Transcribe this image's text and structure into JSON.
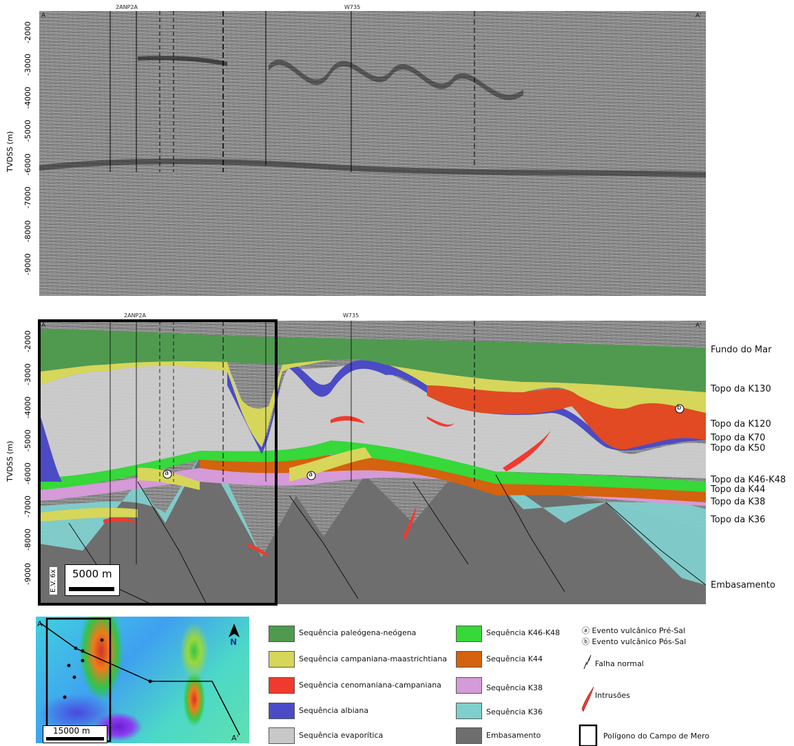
{
  "top_section": {
    "y_axis_label": "TVDSS (m)",
    "y_ticks": [
      "-2000",
      "-3000",
      "-4000",
      "-5000",
      "-6000",
      "-7000",
      "-8000",
      "-9000"
    ],
    "corner_left": "A",
    "corner_right": "A'",
    "wells": [
      "2ANP2A",
      "W735"
    ]
  },
  "bottom_section": {
    "y_axis_label": "TVDSS (m)",
    "y_ticks": [
      "-2000",
      "-3000",
      "-4000",
      "-5000",
      "-6000",
      "-7000",
      "-8000",
      "-9000"
    ],
    "corner_left": "A",
    "corner_right": "A'",
    "wells": [
      "2ANP2A",
      "W735"
    ],
    "vertical_exaggeration": "E.V. 6x",
    "scale_bar": "5000 m",
    "horizon_labels": [
      "Fundo do Mar",
      "Topo da K130",
      "Topo da K120",
      "Topo da K70",
      "Topo da K50",
      "Topo da K46-K48",
      "Topo da K44",
      "Topo da K38",
      "Topo da K36",
      "Embasamento"
    ],
    "volcanic_markers": [
      "a",
      "a",
      "b"
    ]
  },
  "map": {
    "corner_left": "A",
    "corner_right": "A'",
    "scale_bar": "15000 m",
    "north": "N"
  },
  "legend": {
    "col1": [
      {
        "label": "Sequência paleógena-neógena",
        "color": "#4f9a4f"
      },
      {
        "label": "Sequência campaniana-maastrichtiana",
        "color": "#d6d65a"
      },
      {
        "label": "Sequência cenomaniana-campaniana",
        "color": "#f03a2e"
      },
      {
        "label": "Sequência albiana",
        "color": "#4b4bc6"
      },
      {
        "label": "Sequência evaporítica",
        "color": "#c8c8c8"
      }
    ],
    "col2": [
      {
        "label": "Sequência K46-K48",
        "color": "#36d83a"
      },
      {
        "label": "Sequência K44",
        "color": "#d4620e"
      },
      {
        "label": "Sequência K38",
        "color": "#d59ad8"
      },
      {
        "label": "Sequência K36",
        "color": "#7fcfcc"
      },
      {
        "label": "Embasamento",
        "color": "#6e6e6e"
      }
    ],
    "col3": {
      "volcanic_pre": "ⓐ Evento vulcânico Pré-Sal",
      "volcanic_pos": "ⓑ Evento vulcânico Pós-Sal",
      "fault": "Falha normal",
      "intrusions": "Intrusões",
      "polygon": "Polígono do Campo de Mero"
    }
  }
}
